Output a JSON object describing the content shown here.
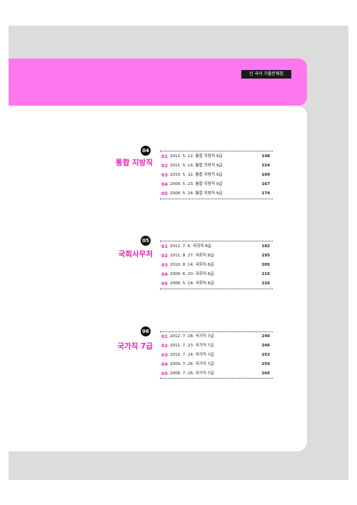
{
  "header": {
    "label": "신 국어 기출문제집"
  },
  "sections": [
    {
      "badge": "04",
      "title": "통합 지방직",
      "items": [
        {
          "num": "01",
          "text": "2012. 5. 12. 통합 지방직 9급",
          "page": "148"
        },
        {
          "num": "02",
          "text": "2011. 5. 14. 통합 지방직 9급",
          "page": "154"
        },
        {
          "num": "03",
          "text": "2010. 5. 22. 통합 지방직 9급",
          "page": "160"
        },
        {
          "num": "04",
          "text": "2009. 5. 23. 통합 지방직 9급",
          "page": "167"
        },
        {
          "num": "05",
          "text": "2008. 5. 24. 통합 지방직 9급",
          "page": "174"
        }
      ]
    },
    {
      "badge": "05",
      "title": "국회사무처",
      "items": [
        {
          "num": "01",
          "text": "2012. 7. 6. 국회직 8급",
          "page": "182"
        },
        {
          "num": "02",
          "text": "2011. 8. 27. 국회직 8급",
          "page": "195"
        },
        {
          "num": "03",
          "text": "2010. 8. 14. 국회직 8급",
          "page": "205"
        },
        {
          "num": "04",
          "text": "2009. 6. 20. 국회직 8급",
          "page": "215"
        },
        {
          "num": "05",
          "text": "2008. 5. 18. 국회직 8급",
          "page": "226"
        }
      ]
    },
    {
      "badge": "06",
      "title": "국가직 7급",
      "items": [
        {
          "num": "01",
          "text": "2012. 7. 28. 국가직 7급",
          "page": "240"
        },
        {
          "num": "02",
          "text": "2011. 7. 23. 국가직 7급",
          "page": "246"
        },
        {
          "num": "03",
          "text": "2010. 7. 24. 국가직 7급",
          "page": "253"
        },
        {
          "num": "04",
          "text": "2009. 7. 26. 국가직 7급",
          "page": "259"
        },
        {
          "num": "05",
          "text": "2008. 7. 26. 국가직 7급",
          "page": "266"
        }
      ]
    }
  ],
  "colors": {
    "accent": "#ea1fb5",
    "banner": "#ff77ee",
    "frame": "#dcdcdc"
  }
}
